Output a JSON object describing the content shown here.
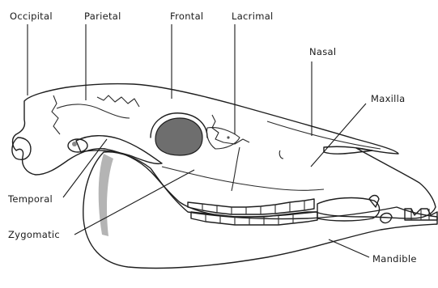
{
  "labels": {
    "occipital": "Occipital",
    "parietal": "Parietal",
    "frontal": "Frontal",
    "lacrimal": "Lacrimal",
    "nasal": "Nasal",
    "maxilla": "Maxilla",
    "temporal": "Temporal",
    "zygomatic": "Zygomatic",
    "mandible": "Mandible"
  },
  "colors": {
    "bone": "#e4e4e4",
    "mandible": "#d7d7d7",
    "shadow": "#b4b4b4",
    "orbit": "#6e6e6e"
  }
}
